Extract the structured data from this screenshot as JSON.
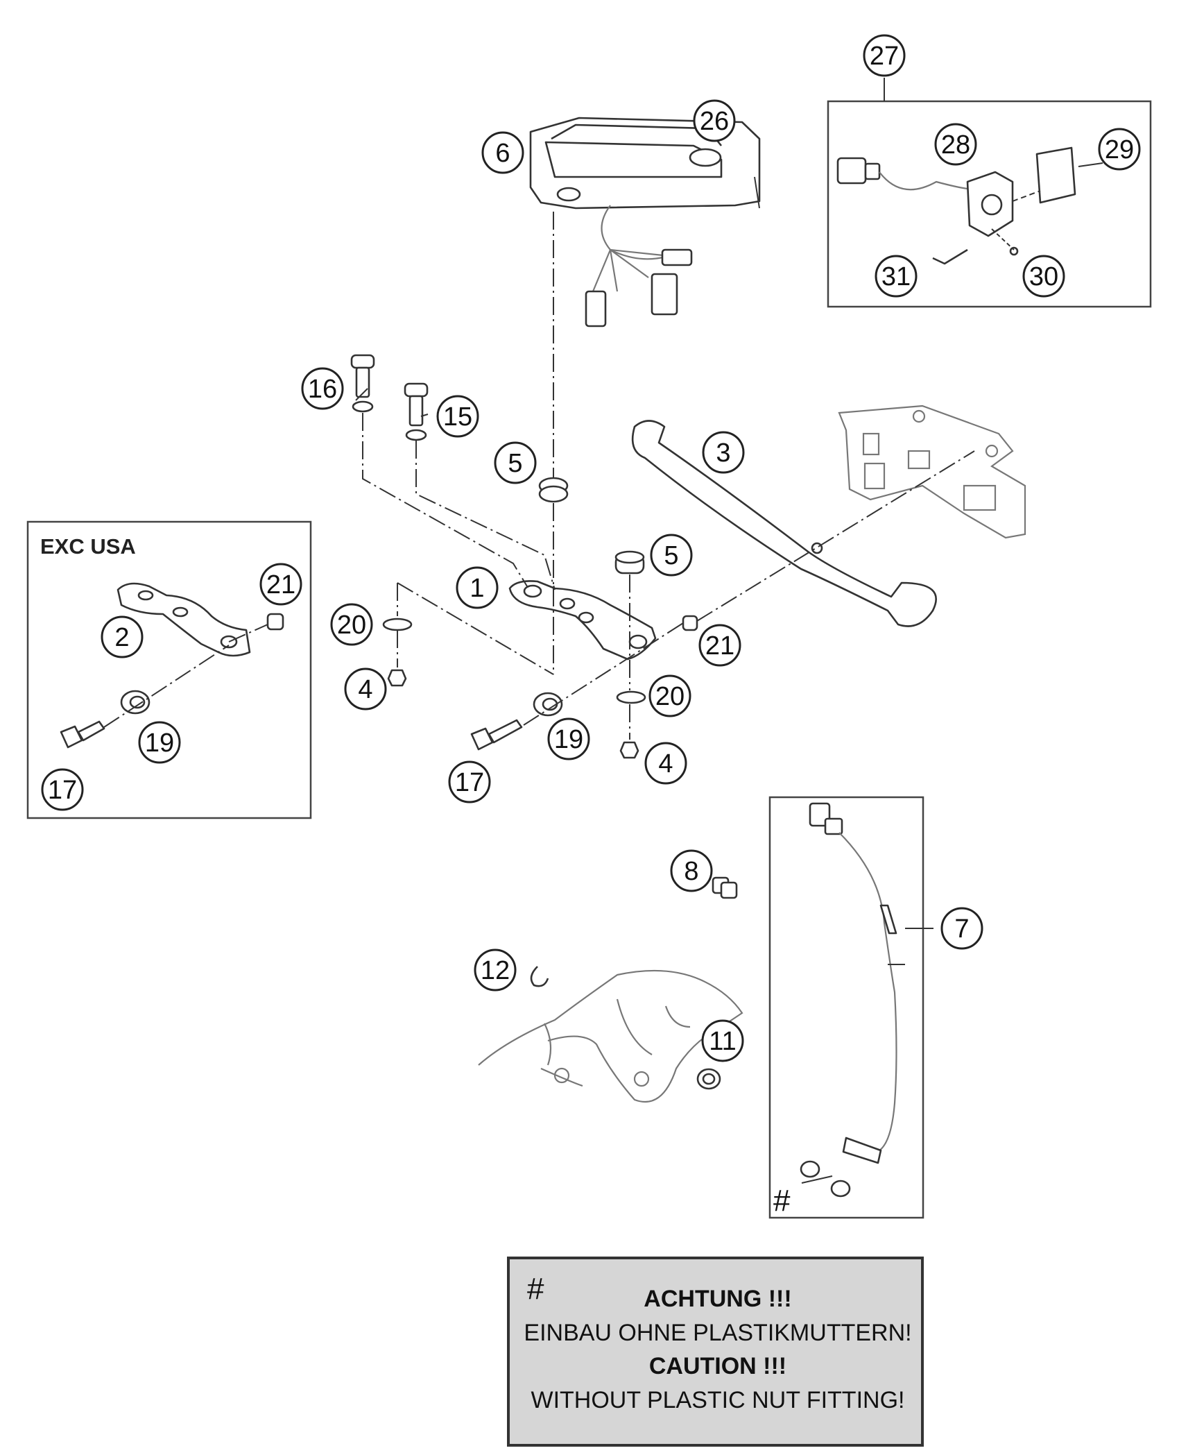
{
  "group_label": "EXC USA",
  "hash_mark": "#",
  "notice": {
    "hash": "#",
    "line1": "ACHTUNG !!!",
    "line2": "EINBAU OHNE PLASTIKMUTTERN!",
    "line3": "CAUTION !!!",
    "line4": "WITHOUT PLASTIC NUT FITTING!"
  },
  "callouts": [
    "1",
    "2",
    "3",
    "4",
    "4",
    "5",
    "5",
    "6",
    "7",
    "8",
    "11",
    "12",
    "15",
    "16",
    "17",
    "17",
    "19",
    "19",
    "20",
    "20",
    "21",
    "21",
    "26",
    "27",
    "28",
    "29",
    "30",
    "31"
  ]
}
